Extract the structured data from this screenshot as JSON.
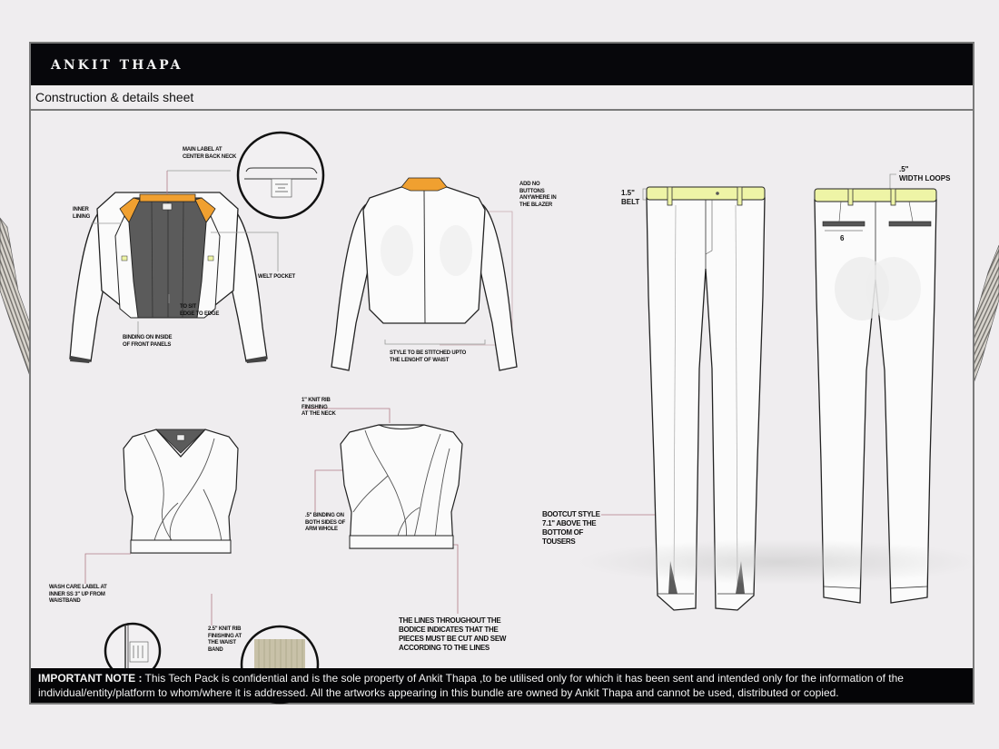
{
  "header": {
    "brand": "ANKIT THAPA",
    "subtitle": "Construction & details sheet"
  },
  "colors": {
    "header_bg": "#07070b",
    "page_bg": "#efedef",
    "collar_orange": "#f0a030",
    "lining_gray": "#5a5a5a",
    "belt_yellow": "#eef4a6",
    "callout_line": "#b07a86",
    "rib_swatch": "#c8c1a8"
  },
  "blazer_front": {
    "labels": {
      "main_label": "MAIN LABEL AT\nCENTER BACK NECK",
      "inner_lining": "INNER\nLINING",
      "welt_pocket": "WELT POCKET",
      "edge_to_edge": "TO SIT\nEDGE TO EDGE",
      "binding": "BINDING ON INSIDE\nOF FRONT PANELS"
    }
  },
  "blazer_back": {
    "labels": {
      "no_buttons": "ADD NO\nBUTTONS\nANYWHERE IN\nTHE BLAZER",
      "stitch_length": "STYLE TO BE STITCHED UPTO\nTHE LENGHT OF WAIST"
    }
  },
  "top_front": {
    "labels": {
      "wash_care": "WASH CARE LABEL AT\nINNER SS 3\" UP FROM\nWAISTBAND",
      "waist_rib": "2.5\" KNIT RIB\nFINISHING AT\nTHE WAIST\nBAND"
    }
  },
  "top_back": {
    "labels": {
      "neck_rib": "1\" KNIT RIB\nFINISHING\nAT THE NECK",
      "armhole_binding": ".5\" BINDING ON\nBOTH SIDES OF\nARM WHOLE",
      "bodice_lines": "THE LINES THROUGHOUT THE\nBODICE INDICATES THAT THE\nPIECES MUST BE CUT AND SEW\nACCORDING TO THE LINES"
    }
  },
  "trousers": {
    "labels": {
      "belt": "1.5\"\nBELT",
      "loops_size": ".5\"",
      "loops": "WIDTH LOOPS",
      "pocket_width": "6",
      "bootcut": "BOOTCUT STYLE\n7.1\" ABOVE THE\nBOTTOM OF\nTOUSERS"
    }
  },
  "footer": {
    "note_label": "IMPORTANT NOTE :",
    "note_line1": " This Tech Pack is confidential and is the sole property of Ankit Thapa ,to be utilised only for which it has been sent and intended only for the information of the",
    "note_line2": "individual/entity/platform to whom/where it is addressed. All the artworks appearing in this bundle are owned by Ankit Thapa and cannot be used, distributed or copied."
  }
}
